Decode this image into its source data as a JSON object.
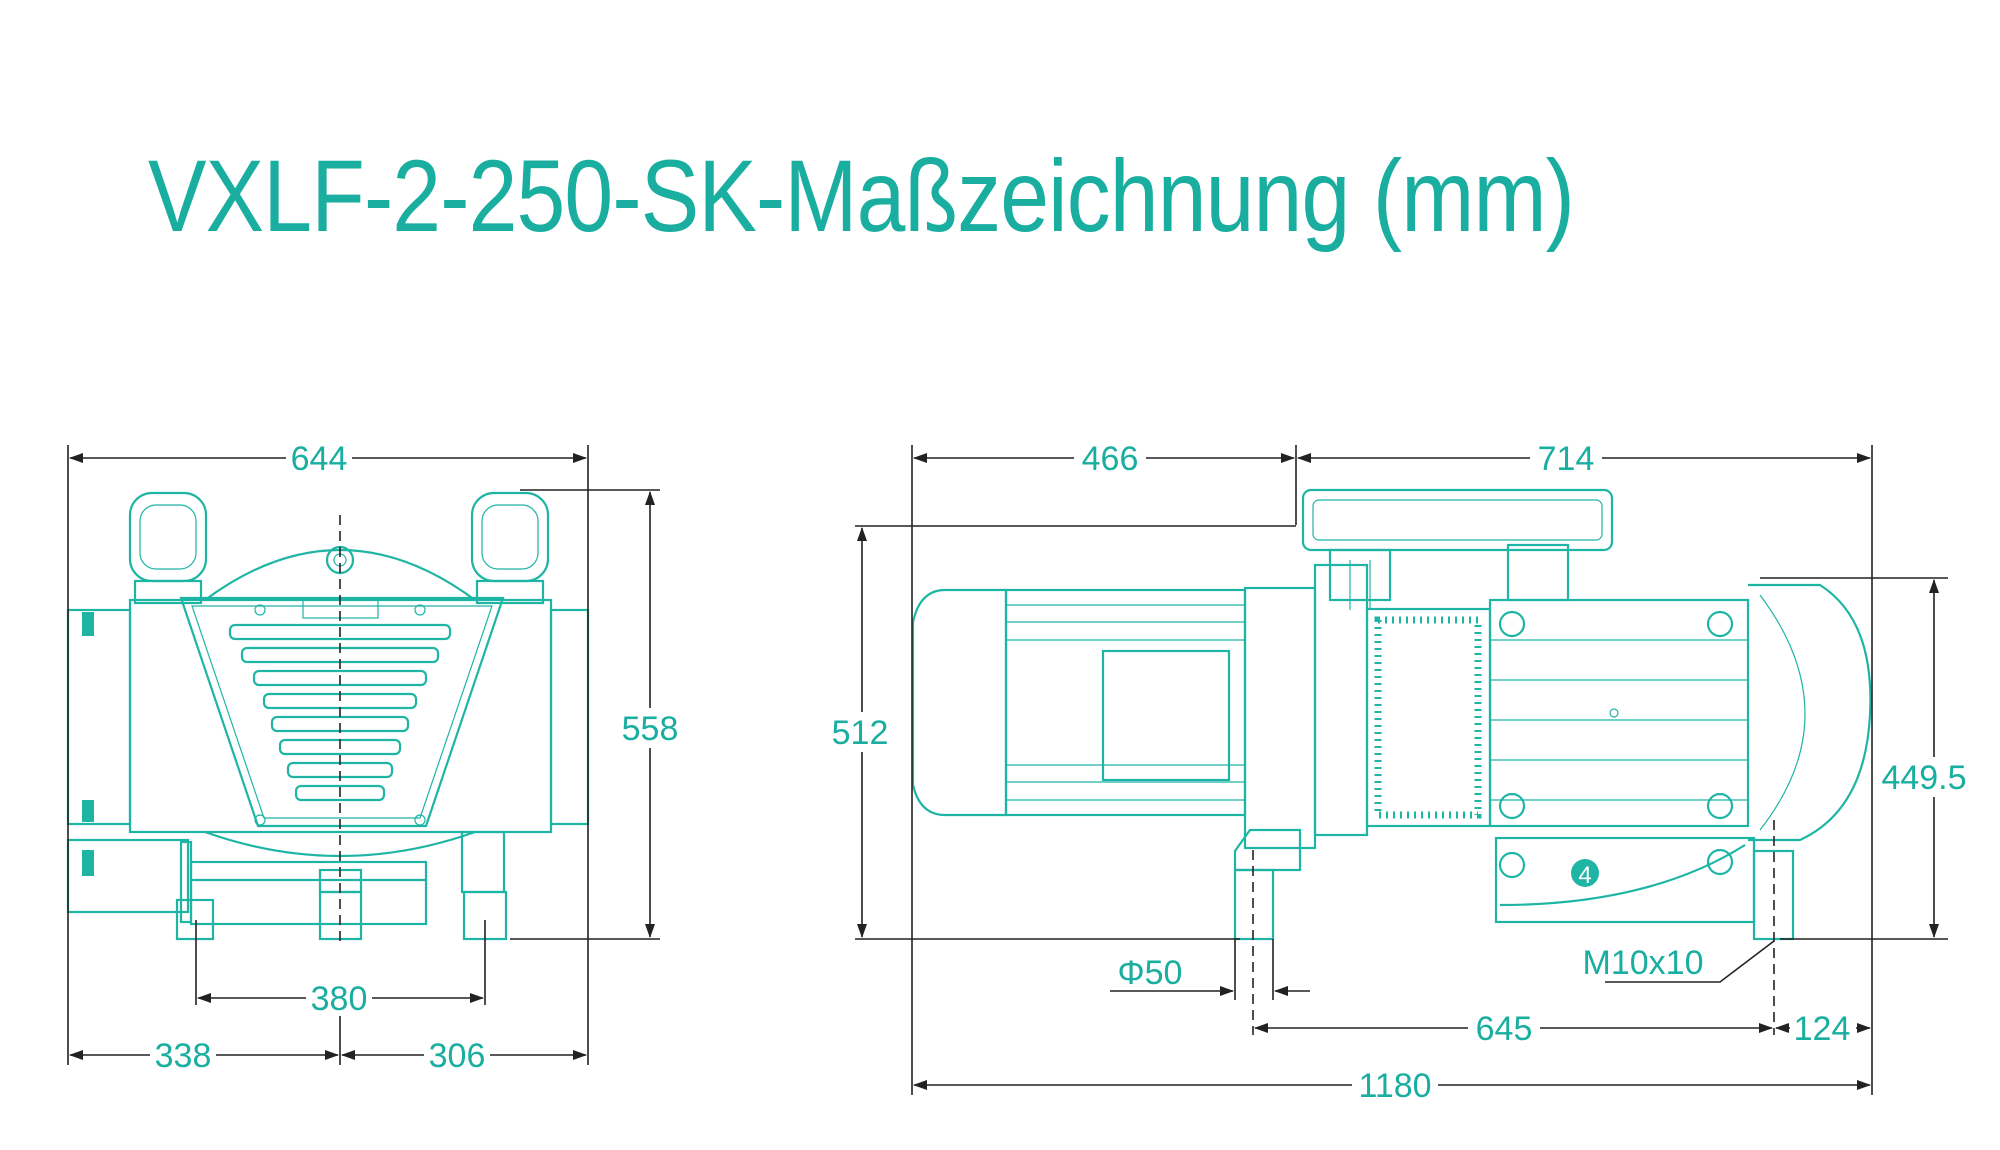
{
  "title": "VXLF-2-250-SK-Maßzeichnung (mm)",
  "colors": {
    "accent": "#19ae9f",
    "dimension_line": "#222222"
  },
  "front_view": {
    "overall_width": "644",
    "overall_height": "558",
    "foot_spacing": "380",
    "left_to_center": "338",
    "center_to_right": "306"
  },
  "side_view": {
    "motor_length": "466",
    "pump_length": "714",
    "overall_height": "512",
    "pump_height": "449.5",
    "foot_diameter": "Φ50",
    "thread": "M10x10",
    "foot_spacing": "645",
    "foot_to_end": "124",
    "overall_length": "1180",
    "part_number": "4"
  }
}
